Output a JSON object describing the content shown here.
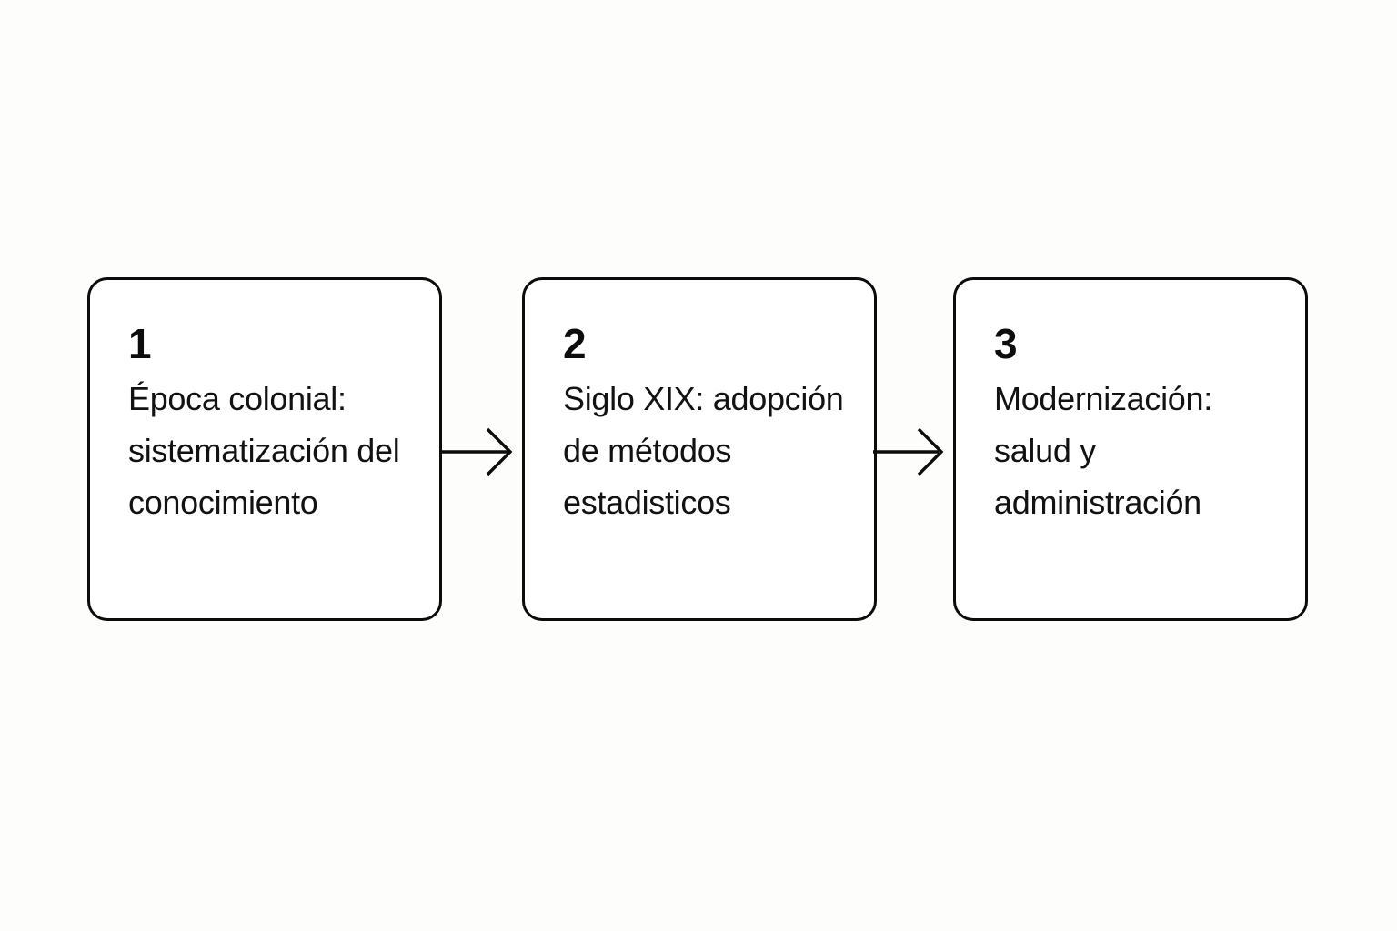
{
  "canvas": {
    "background_color": "#fdfdfc",
    "stroke_color": "#0c0c0c",
    "text_color": "#121212",
    "box_fill_color": "#ffffff"
  },
  "diagram": {
    "type": "horizontal-process-flow",
    "step_count": 3,
    "connector_count": 2,
    "steps": [
      {
        "number": "1",
        "label": "Época colonial: sistematización del conocimiento"
      },
      {
        "number": "2",
        "label": "Siglo XIX: adopción de métodos estadisticos"
      },
      {
        "number": "3",
        "label": "Modernización: salud y administración"
      }
    ],
    "connectors": [
      {
        "icon": "arrow-right-icon",
        "from": "1",
        "to": "2"
      },
      {
        "icon": "arrow-right-icon",
        "from": "2",
        "to": "3"
      }
    ]
  }
}
